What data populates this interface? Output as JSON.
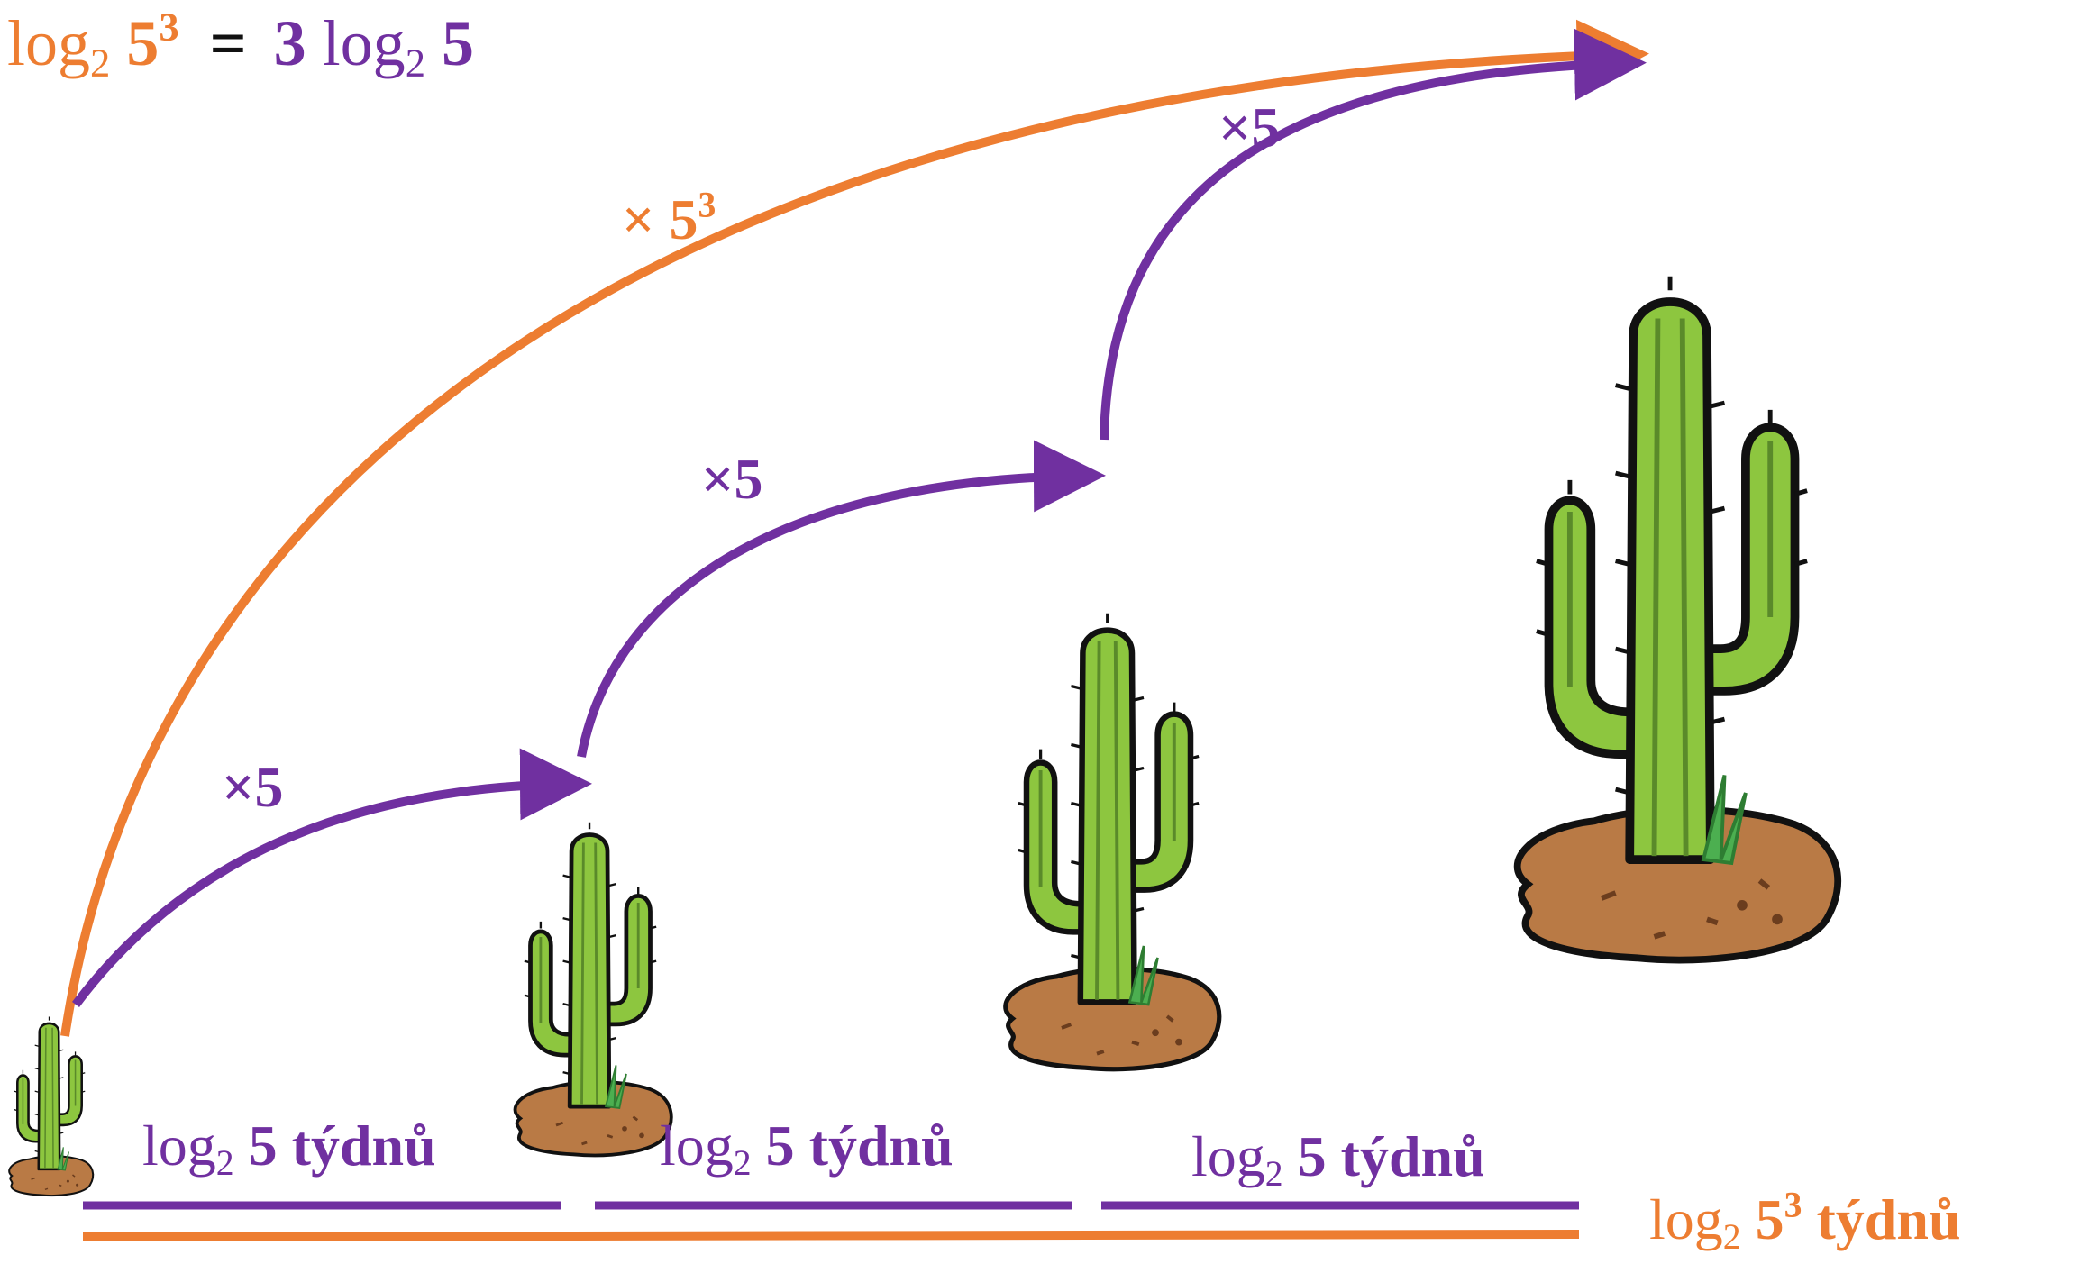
{
  "equation": {
    "lhs_log": "log",
    "lhs_base": "2",
    "lhs_num": "5",
    "lhs_exp": "3",
    "equals": "=",
    "rhs_coef": "3",
    "rhs_log": "log",
    "rhs_base": "2",
    "rhs_num": "5"
  },
  "arcs": {
    "total_times": "×",
    "total_num": "5",
    "total_exp": "3",
    "step1": "×5",
    "step2": "×5",
    "step3": "×5"
  },
  "segments": [
    {
      "log": "log",
      "base": "2",
      "num": "5",
      "word": "týdnů"
    },
    {
      "log": "log",
      "base": "2",
      "num": "5",
      "word": "týdnů"
    },
    {
      "log": "log",
      "base": "2",
      "num": "5",
      "word": "týdnů"
    }
  ],
  "total_segment": {
    "log": "log",
    "base": "2",
    "num": "5",
    "exp": "3",
    "word": "týdnů"
  },
  "colors": {
    "orange": "#ed7d31",
    "purple": "#7030a0",
    "cactus_green": "#8dc63f",
    "cactus_dark": "#5a8a2a",
    "soil": "#b97a45",
    "outline": "#111111"
  }
}
